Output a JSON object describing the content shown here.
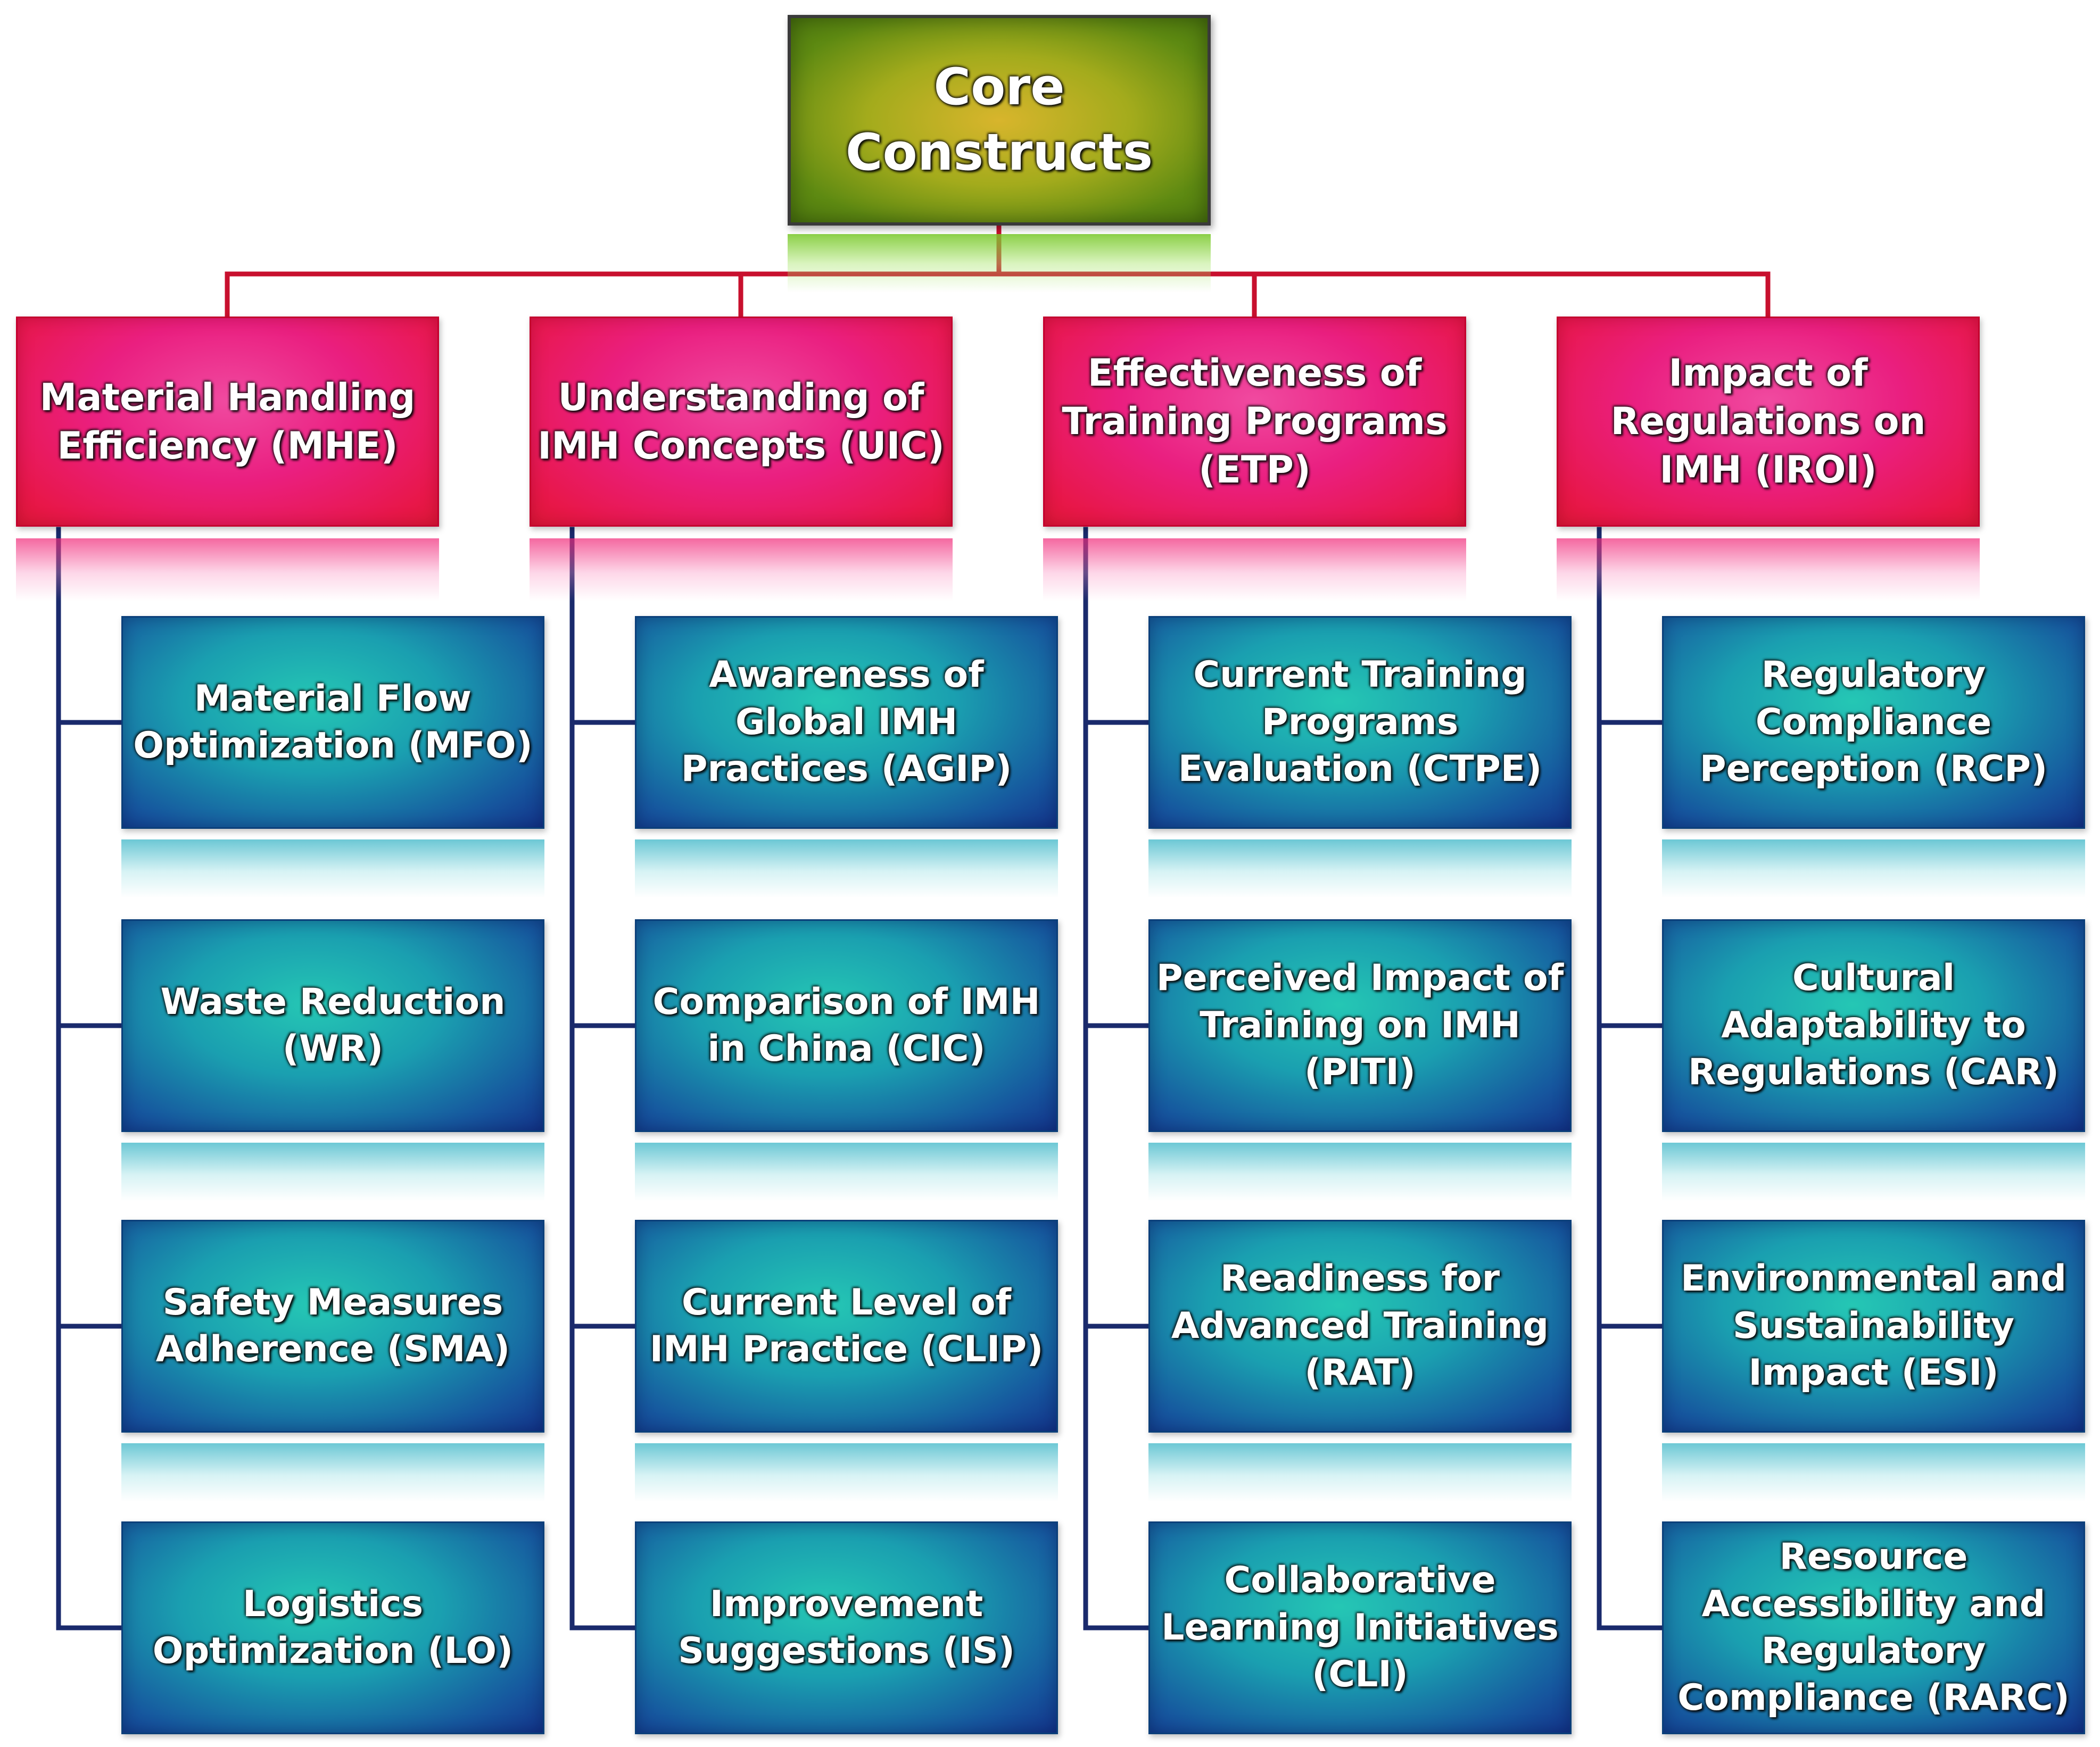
{
  "diagram": {
    "root": {
      "label": "Core Constructs"
    },
    "colors": {
      "root": "#7a9a14",
      "category": "#e8196a",
      "subconstruct": "#1a8fae",
      "red_connector": "#c8102e",
      "navy_connector": "#1a2a6c"
    },
    "categories": [
      {
        "label": "Material Handling Efficiency (MHE)",
        "items": [
          "Material Flow Optimization (MFO)",
          "Waste Reduction (WR)",
          "Safety Measures Adherence (SMA)",
          "Logistics Optimization (LO)"
        ]
      },
      {
        "label": "Understanding of IMH Concepts (UIC)",
        "items": [
          "Awareness of Global IMH Practices (AGIP)",
          "Comparison of IMH in China (CIC)",
          "Current Level of IMH Practice (CLIP)",
          "Improvement Suggestions (IS)"
        ]
      },
      {
        "label": "Effectiveness of Training Programs (ETP)",
        "items": [
          "Current Training Programs Evaluation (CTPE)",
          "Perceived Impact of Training on IMH (PITI)",
          "Readiness for Advanced Training (RAT)",
          "Collaborative Learning Initiatives (CLI)"
        ]
      },
      {
        "label": "Impact of Regulations on IMH (IROI)",
        "items": [
          "Regulatory Compliance Perception (RCP)",
          "Cultural Adaptability to Regulations (CAR)",
          "Environmental and Sustainability Impact (ESI)",
          "Resource Accessibility and Regulatory Compliance (RARC)"
        ]
      }
    ]
  }
}
